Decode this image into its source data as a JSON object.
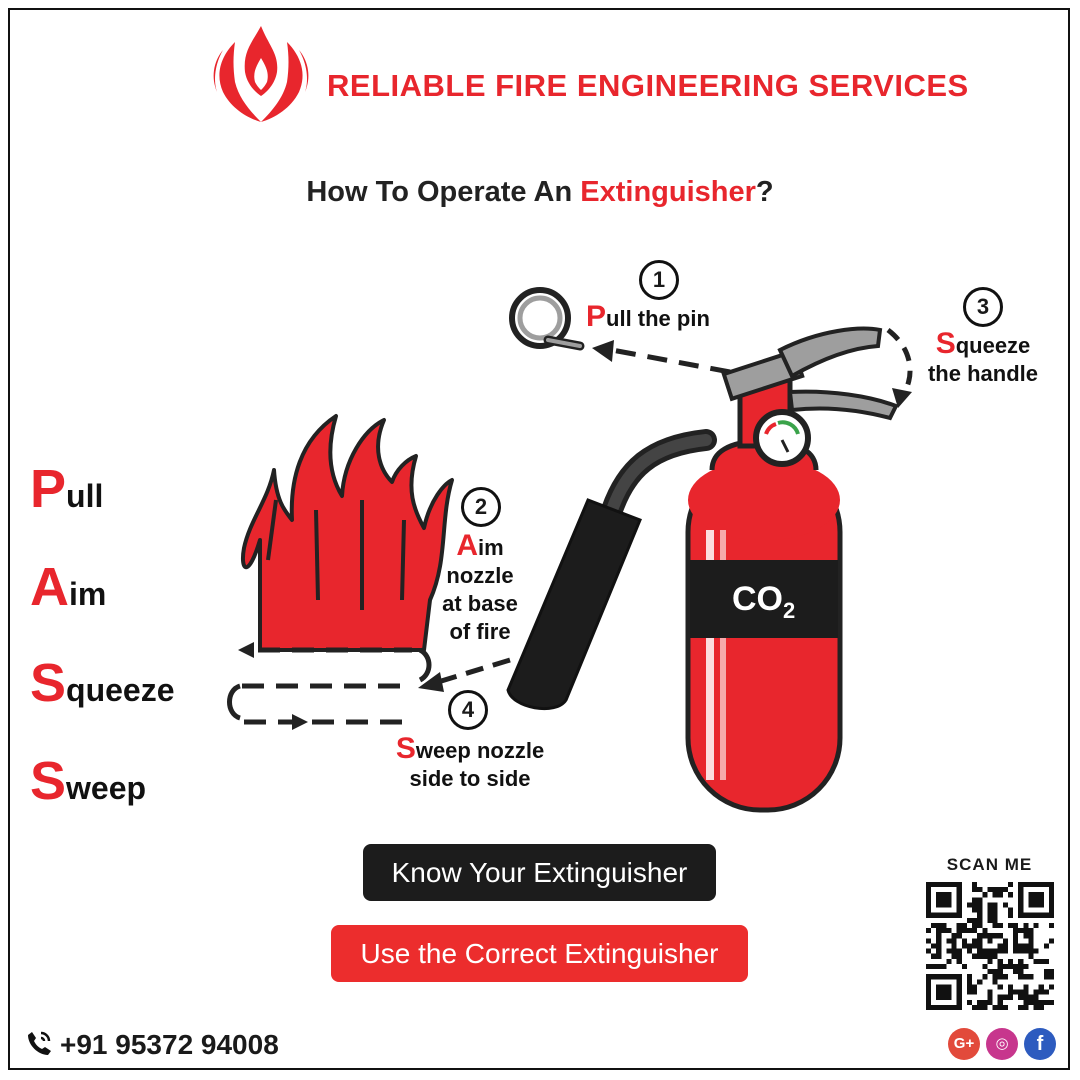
{
  "brand": {
    "name": "RELIABLE FIRE ENGINEERING SERVICES",
    "logo_icon": "flame-hands-logo",
    "color": "#e8262d"
  },
  "headline": {
    "prefix": "How To Operate An ",
    "accent": "Extinguisher",
    "suffix": "?"
  },
  "pass": [
    {
      "letter": "P",
      "rest": "ull"
    },
    {
      "letter": "A",
      "rest": "im"
    },
    {
      "letter": "S",
      "rest": "queeze"
    },
    {
      "letter": "S",
      "rest": "weep"
    }
  ],
  "steps": [
    {
      "num": "1",
      "cap": "P",
      "line1": "ull the pin",
      "line2": "",
      "line3": "",
      "line4": ""
    },
    {
      "num": "2",
      "cap": "A",
      "line1": "im",
      "line2": "nozzle",
      "line3": "at base",
      "line4": "of fire"
    },
    {
      "num": "3",
      "cap": "S",
      "line1": "queeze",
      "line2": "the handle",
      "line3": "",
      "line4": ""
    },
    {
      "num": "4",
      "cap": "S",
      "line1": "weep nozzle",
      "line2": "side to side",
      "line3": "",
      "line4": ""
    }
  ],
  "extinguisher": {
    "label": "CO",
    "sub": "2",
    "icon": "fire-extinguisher-icon"
  },
  "buttons": {
    "know": "Know Your Extinguisher",
    "use": "Use the Correct Extinguisher"
  },
  "scan": {
    "label": "SCAN ME"
  },
  "contact": {
    "phone": "+91 95372 94008"
  },
  "social": {
    "google": "G+",
    "instagram": "◎",
    "facebook": "f"
  },
  "colors": {
    "red": "#e8262d",
    "dark": "#1c1c1c"
  }
}
